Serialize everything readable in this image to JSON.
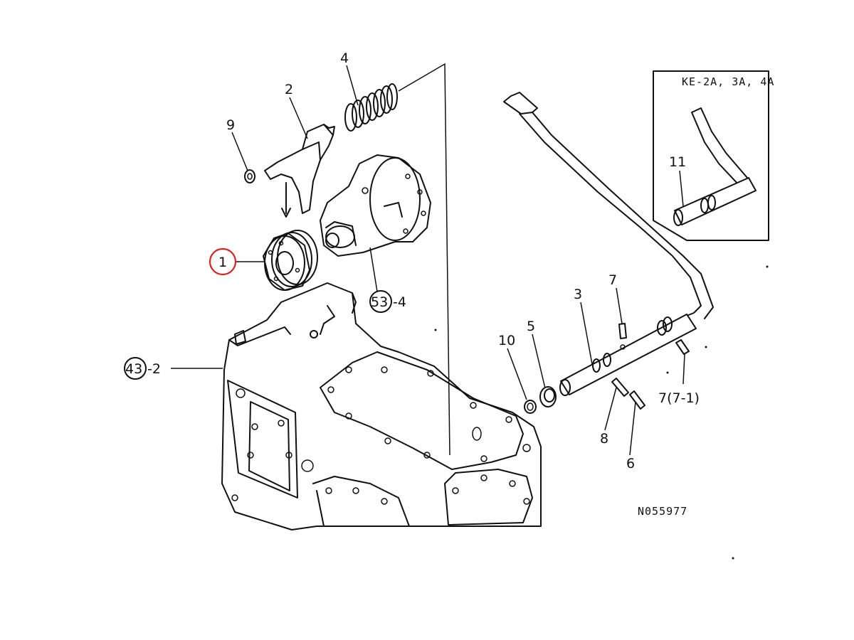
{
  "labels": {
    "part_1": "1",
    "part_2": "2",
    "part_3": "3",
    "part_4": "4",
    "part_5": "5",
    "part_6": "6",
    "part_7_top": "7",
    "part_7_bottom": "7(7-1)",
    "part_8": "8",
    "part_9": "9",
    "part_10": "10",
    "part_11": "11",
    "ref_43": "43",
    "ref_43_suffix": "-2",
    "ref_53": "53",
    "ref_53_suffix": "-4"
  },
  "inset": {
    "title": "KE-2A, 3A, 4A"
  },
  "drawing_number": "N055977",
  "highlight_color": "#e02020"
}
